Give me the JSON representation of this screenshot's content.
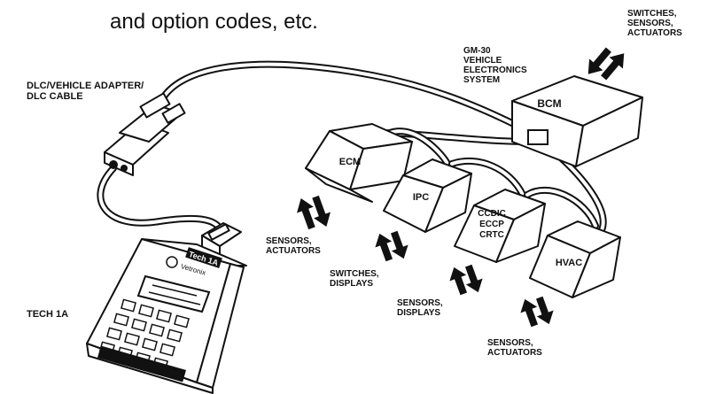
{
  "header_text": "and option codes, etc.",
  "labels": {
    "dlc_adapter": [
      "DLC/VEHICLE ADAPTER/",
      "DLC CABLE"
    ],
    "gm30": [
      "GM-30",
      "VEHICLE",
      "ELECTRONICS",
      "SYSTEM"
    ],
    "bcm_io": [
      "SWITCHES,",
      "SENSORS,",
      "ACTUATORS"
    ],
    "ecm_io": [
      "SENSORS,",
      "ACTUATORS"
    ],
    "ipc_io": [
      "SWITCHES,",
      "DISPLAYS"
    ],
    "ccdic_io": [
      "SENSORS,",
      "DISPLAYS"
    ],
    "hvac_io": [
      "SENSORS,",
      "ACTUATORS"
    ],
    "tech": "TECH 1A"
  },
  "modules": {
    "bcm": "BCM",
    "ecm": "ECM",
    "ipc": "IPC",
    "ccdic": [
      "CCDIC",
      "ECCP",
      "CRTC"
    ],
    "hvac": "HVAC"
  },
  "device": {
    "name_tag": "Tech 1A",
    "brand": "Vetronix"
  }
}
